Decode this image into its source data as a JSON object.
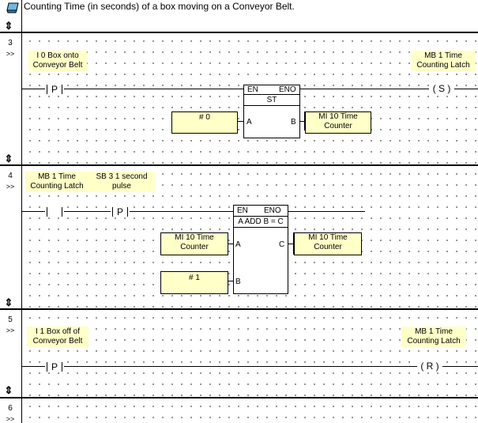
{
  "comment": "Counting Time (in seconds) of a box moving on a Conveyor Belt.",
  "icons": {
    "note": "note-icon",
    "updown": "updown-arrow-icon"
  },
  "rungs": [
    {
      "number": "3",
      "arrow": ">>",
      "contact_label": [
        "I 0  Box onto",
        "Conveyor Belt"
      ],
      "contact_symbol": "P",
      "coil_label": [
        "MB 1  Time",
        "Counting Latch"
      ],
      "coil_symbol": "S",
      "block": {
        "en": "EN",
        "eno": "ENO",
        "name": "ST",
        "pin_a": "A",
        "pin_b": "B"
      },
      "operand_a": "# 0",
      "operand_b": [
        "MI 10 Time",
        "Counter"
      ]
    },
    {
      "number": "4",
      "arrow": ">>",
      "contact1_label": [
        "MB 1  Time",
        "Counting Latch"
      ],
      "contact2_label": [
        "SB 3  1 second",
        "pulse"
      ],
      "contact2_symbol": "P",
      "block": {
        "en": "EN",
        "eno": "ENO",
        "name": "A ADD B = C",
        "pin_a": "A",
        "pin_b": "B",
        "pin_c": "C"
      },
      "operand_a": [
        "MI 10 Time",
        "Counter"
      ],
      "operand_b": "# 1",
      "operand_c": [
        "MI 10 Time",
        "Counter"
      ]
    },
    {
      "number": "5",
      "arrow": ">>",
      "contact_label": [
        "I 1  Box off of",
        "Conveyor Belt"
      ],
      "contact_symbol": "P",
      "coil_label": [
        "MB 1  Time",
        "Counting Latch"
      ],
      "coil_symbol": "R"
    },
    {
      "number": "6",
      "arrow": ">>"
    }
  ]
}
